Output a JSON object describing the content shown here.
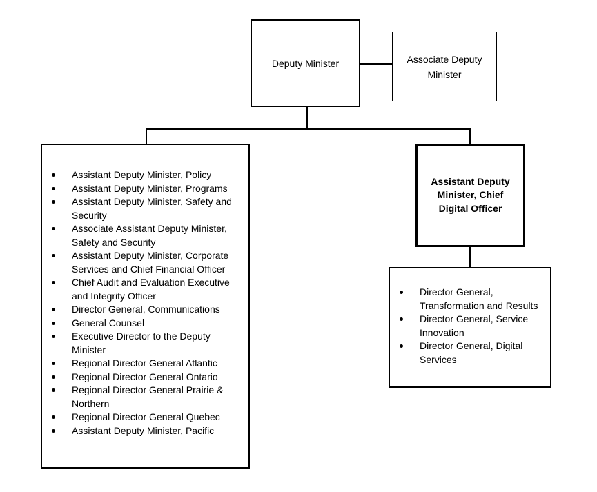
{
  "top": {
    "deputy_minister": "Deputy Minister",
    "associate_deputy_minister": "Associate Deputy Minister"
  },
  "right_branch": {
    "title": "Assistant Deputy Minister, Chief Digital Officer",
    "items": [
      "Director General, Transformation and Results",
      "Director General, Service Innovation",
      "Director General, Digital Services"
    ]
  },
  "left_branch": {
    "items": [
      "Assistant Deputy Minister, Policy",
      "Assistant Deputy Minister, Programs",
      "Assistant Deputy Minister, Safety and Security",
      "Associate Assistant Deputy Minister, Safety and Security",
      "Assistant Deputy Minister, Corporate Services and Chief Financial Officer",
      "Chief Audit and Evaluation Executive and Integrity Officer",
      "Director General, Communications",
      "General Counsel",
      "Executive Director to the Deputy Minister",
      "Regional Director General Atlantic",
      "Regional Director General Ontario",
      "Regional Director General Prairie & Northern",
      "Regional Director General Quebec",
      "Assistant Deputy Minister, Pacific"
    ]
  }
}
